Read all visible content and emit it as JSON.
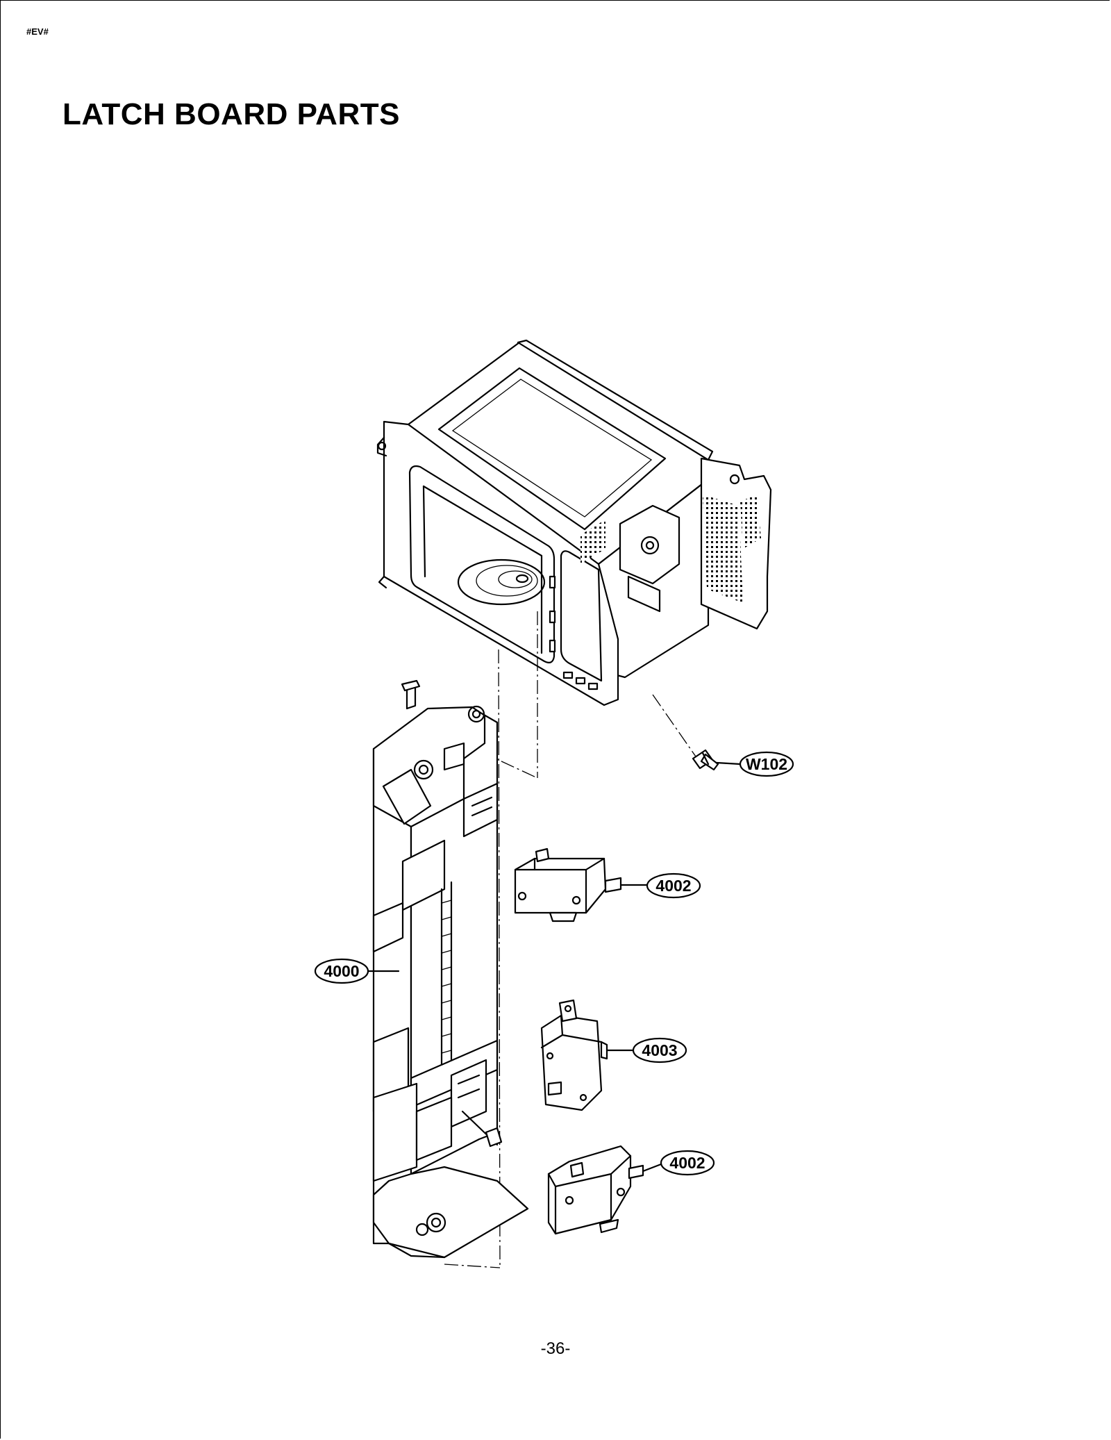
{
  "header": {
    "doc_code": "#EV#",
    "title": "LATCH BOARD PARTS"
  },
  "callouts": [
    {
      "id": "w102",
      "label": "W102"
    },
    {
      "id": "4002-top",
      "label": "4002"
    },
    {
      "id": "4000",
      "label": "4000"
    },
    {
      "id": "4003",
      "label": "4003"
    },
    {
      "id": "4002-bottom",
      "label": "4002"
    }
  ],
  "footer": {
    "page_number": "-36-"
  }
}
